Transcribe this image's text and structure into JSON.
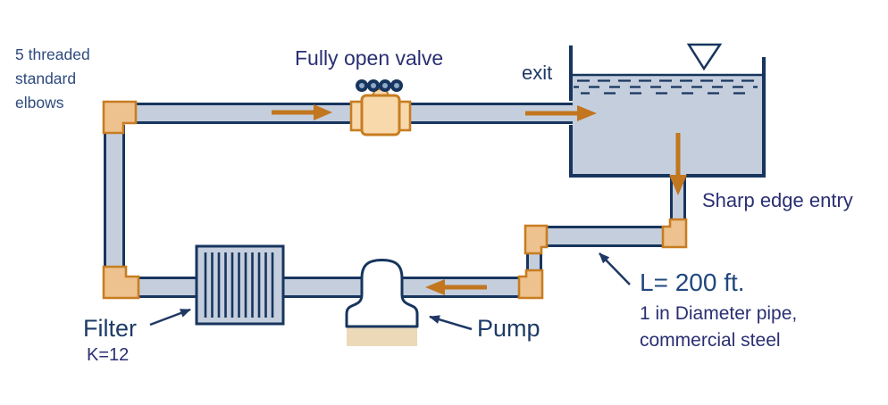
{
  "diagram": {
    "title": "Closed-loop piping system with reservoir, pump, filter and valve",
    "labels": {
      "elbows_note": "5 threaded standard elbows",
      "valve": "Fully open valve",
      "exit": "exit",
      "sharp_edge_entry": "Sharp edge entry",
      "pipe_length": "L= 200 ft.",
      "pipe_spec_1": "1 in Diameter pipe,",
      "pipe_spec_2": "commercial steel",
      "filter": "Filter",
      "filter_k": "K=12",
      "pump": "Pump"
    },
    "components": [
      "reservoir-tank",
      "free-surface-marker",
      "gate-valve",
      "pump",
      "filter",
      "threaded-elbow-fitting-x5",
      "flow-direction-arrows"
    ],
    "colors": {
      "pipe_fill": "#c5cedd",
      "pipe_stroke": "#17355e",
      "fitting_fill": "#eec28f",
      "fitting_stroke": "#c87d21",
      "valve_body_fill": "#f7d9ac",
      "flow_arrow": "#c1761f",
      "pump_base": "#ecd9b8",
      "water_fill": "#c5cedd",
      "label_navy": "#1d3b67",
      "label_indigo": "#2a2f73"
    }
  }
}
